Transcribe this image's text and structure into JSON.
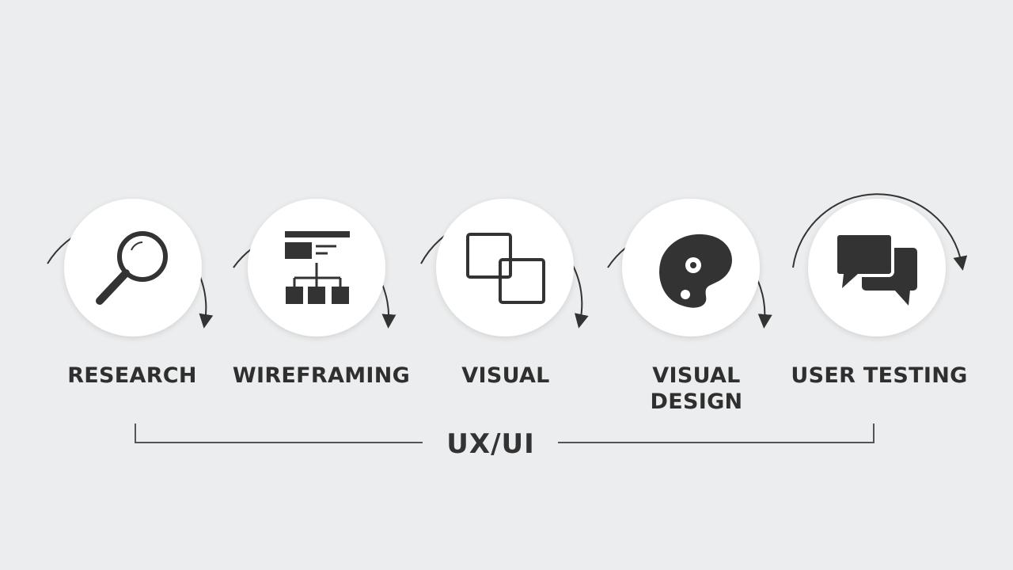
{
  "colors": {
    "background": "#ecedee",
    "circle": "#ffffff",
    "icon": "#333333",
    "arrow": "#333333",
    "text": "#2f2f2f"
  },
  "steps": [
    {
      "label": "RESEARCH",
      "icon": "magnifier-icon"
    },
    {
      "label": "WIREFRAMING",
      "icon": "wireframe-sitemap-icon"
    },
    {
      "label": "VISUAL",
      "icon": "overlapping-squares-icon"
    },
    {
      "label": "VISUAL\nDESIGN",
      "icon": "palette-icon"
    },
    {
      "label": "USER TESTING",
      "icon": "chat-bubbles-icon"
    }
  ],
  "group": {
    "label": "UX/UI"
  }
}
